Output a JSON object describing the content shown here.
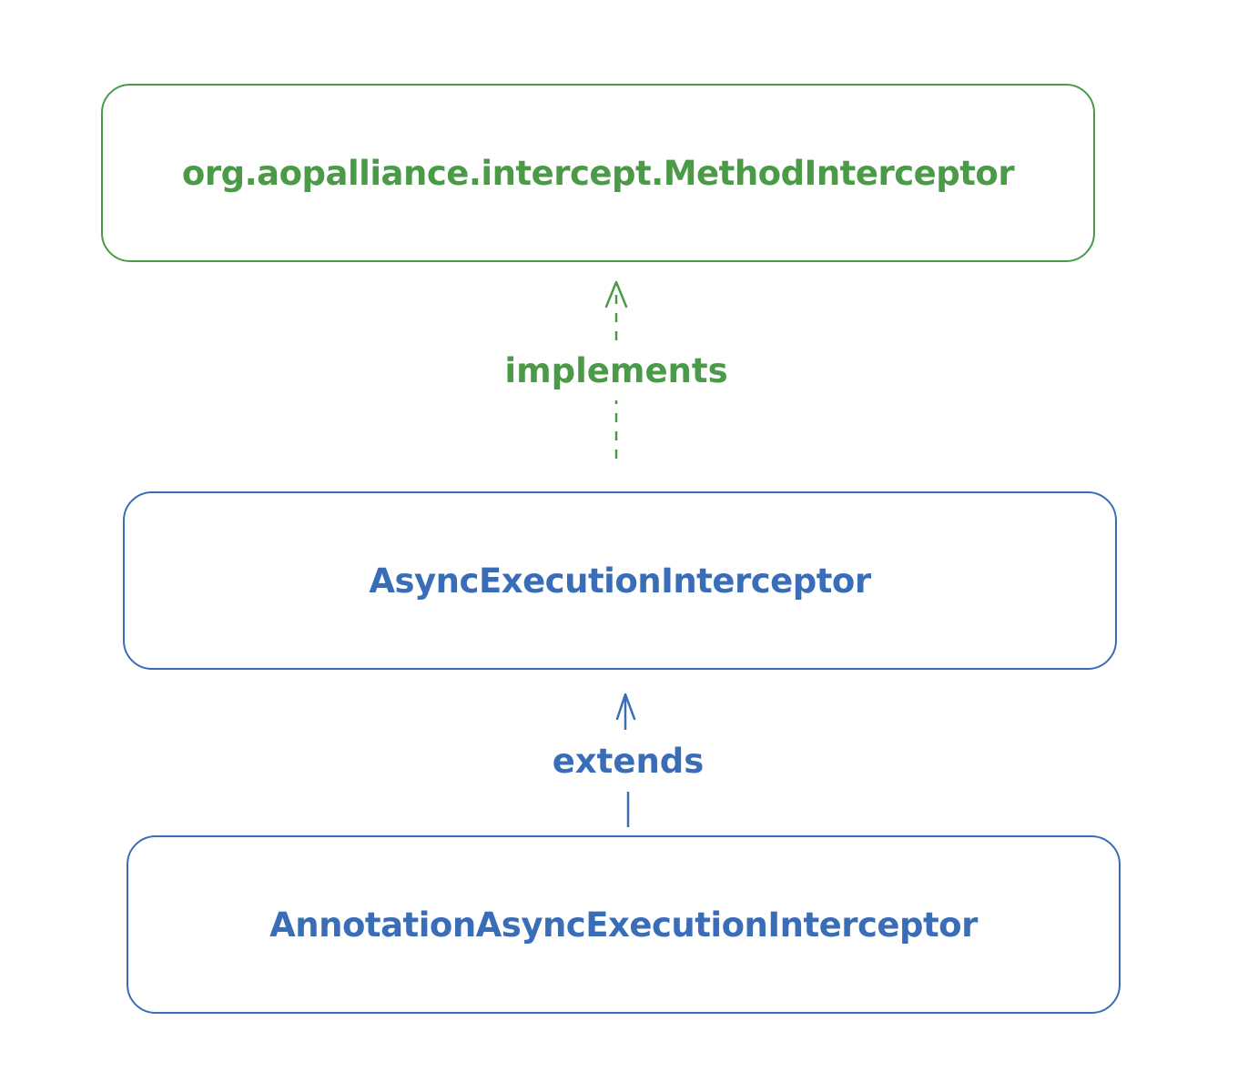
{
  "diagram": {
    "nodes": {
      "interface": "org.aopalliance.intercept.MethodInterceptor",
      "parent": "AsyncExecutionInterceptor",
      "child": "AnnotationAsyncExecutionInterceptor"
    },
    "edges": {
      "implements": "implements",
      "extends": "extends"
    },
    "colors": {
      "interface": "#4a9a47",
      "class": "#3a6db8"
    }
  }
}
